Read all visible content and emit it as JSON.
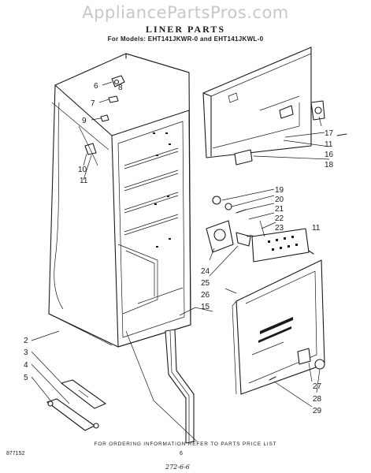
{
  "watermark": "AppliancePartsPros.com",
  "title": "LINER PARTS",
  "subtitle": "For Models: EHT141JKWR-0 and EHT141JKWL-0",
  "footer_note": "FOR ORDERING INFORMATION REFER TO PARTS PRICE LIST",
  "part_code": "877152",
  "page_number": "6",
  "handwritten_note": "272-6-6",
  "callouts": [
    "6",
    "7",
    "8",
    "9",
    "10",
    "11",
    "17",
    "11",
    "16",
    "18",
    "19",
    "20",
    "21",
    "22",
    "23",
    "11",
    "24",
    "25",
    "26",
    "15",
    "2",
    "3",
    "4",
    "5",
    "27",
    "28",
    "29"
  ]
}
